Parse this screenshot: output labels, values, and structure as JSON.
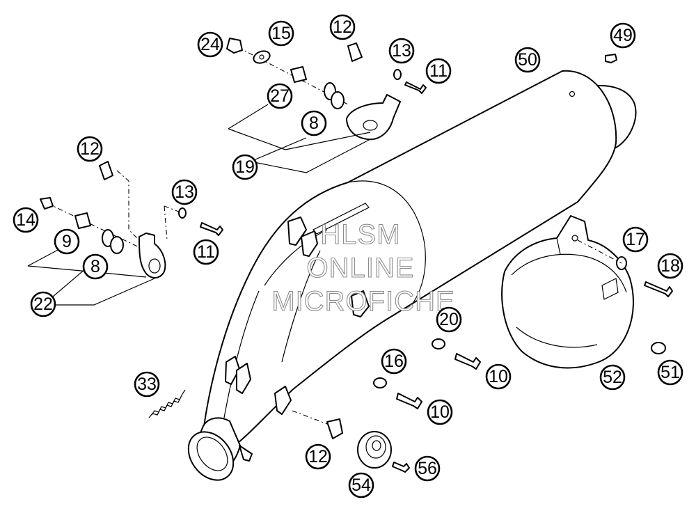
{
  "watermark": {
    "line1": "HLSM",
    "line2": "ONLINE",
    "line3": "MICROFICHE"
  },
  "callouts": {
    "c24": "24",
    "c15": "15",
    "c12a": "12",
    "c13a": "13",
    "c11a": "11",
    "c27": "27",
    "c8a": "8",
    "c19": "19",
    "c50": "50",
    "c49": "49",
    "c12b": "12",
    "c13b": "13",
    "c14": "14",
    "c9": "9",
    "c8b": "8",
    "c22": "22",
    "c11b": "11",
    "c17": "17",
    "c18": "18",
    "c20": "20",
    "c16": "16",
    "c10a": "10",
    "c10b": "10",
    "c52": "52",
    "c51": "51",
    "c33": "33",
    "c12c": "12",
    "c56": "56",
    "c54": "54"
  }
}
